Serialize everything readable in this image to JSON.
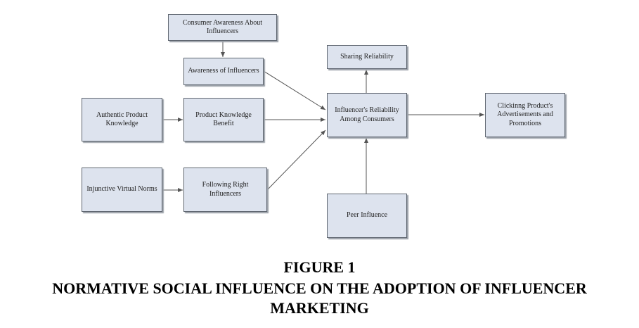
{
  "diagram": {
    "nodes": {
      "consumer_awareness": "Consumer Awareness About Influencers",
      "awareness_influencers": "Awareness of Influencers",
      "authentic_knowledge": "Authentic Product Knowledge",
      "product_knowledge_benefit": "Product Knowledge Benefit",
      "injunctive_norms": "Injunctive Virtual Norms",
      "following_right": "Following Right Influencers",
      "sharing_reliability": "Sharing Reliability",
      "influencer_reliability": "Influencer's Reliability Among Consumers",
      "peer_influence": "Peer Influence",
      "clicking_product": "Clickinng Product's Advertisements and Promotions"
    },
    "edges": [
      {
        "from": "consumer_awareness",
        "to": "awareness_influencers"
      },
      {
        "from": "awareness_influencers",
        "to": "influencer_reliability"
      },
      {
        "from": "authentic_knowledge",
        "to": "product_knowledge_benefit"
      },
      {
        "from": "product_knowledge_benefit",
        "to": "influencer_reliability"
      },
      {
        "from": "injunctive_norms",
        "to": "following_right"
      },
      {
        "from": "following_right",
        "to": "influencer_reliability"
      },
      {
        "from": "influencer_reliability",
        "to": "sharing_reliability"
      },
      {
        "from": "peer_influence",
        "to": "influencer_reliability"
      },
      {
        "from": "influencer_reliability",
        "to": "clicking_product"
      }
    ],
    "colors": {
      "box_fill": "#dde3ee",
      "box_border": "#5f6670",
      "arrow": "#555555"
    }
  },
  "caption": {
    "number": "FIGURE 1",
    "title_line1": "NORMATIVE SOCIAL INFLUENCE ON THE ADOPTION OF INFLUENCER",
    "title_line2": "MARKETING"
  }
}
